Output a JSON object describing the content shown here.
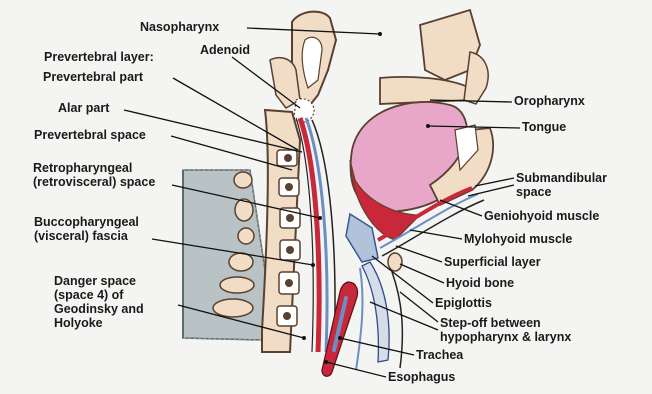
{
  "labels": {
    "nasopharynx": "Nasopharynx",
    "adenoid": "Adenoid",
    "prevertebral_layer": "Prevertebral layer:",
    "prevertebral_part": "Prevertebral part",
    "alar_part": "Alar part",
    "prevertebral_space": "Prevertebral space",
    "retropharyngeal_space": "Retropharyngeal\n(retrovisceral) space",
    "buccopharyngeal_fascia": "Buccopharyngeal\n(visceral) fascia",
    "danger_space": "Danger space\n(space 4) of\nGeodinsky and\nHolyoke",
    "oropharynx": "Oropharynx",
    "tongue": "Tongue",
    "submandibular_space": "Submandibular\nspace",
    "geniohyoid_muscle": "Geniohyoid muscle",
    "mylohyoid_muscle": "Mylohyoid muscle",
    "superficial_layer": "Superficial layer",
    "hyoid_bone": "Hyoid bone",
    "epiglottis": "Epiglottis",
    "step_off": "Step-off between\nhypopharynx & larynx",
    "trachea": "Trachea",
    "esophagus": "Esophagus"
  },
  "colors": {
    "background": "#f4f4f2",
    "bone": "#f1dcc6",
    "bone_outline": "#5a4030",
    "tongue": "#e8a6c8",
    "muscle_red": "#c8283a",
    "fascia_blue": "#6b8fc4",
    "cartilage": "#d7dde8",
    "spine_grey": "#b9c2c5",
    "leader": "#111111"
  }
}
